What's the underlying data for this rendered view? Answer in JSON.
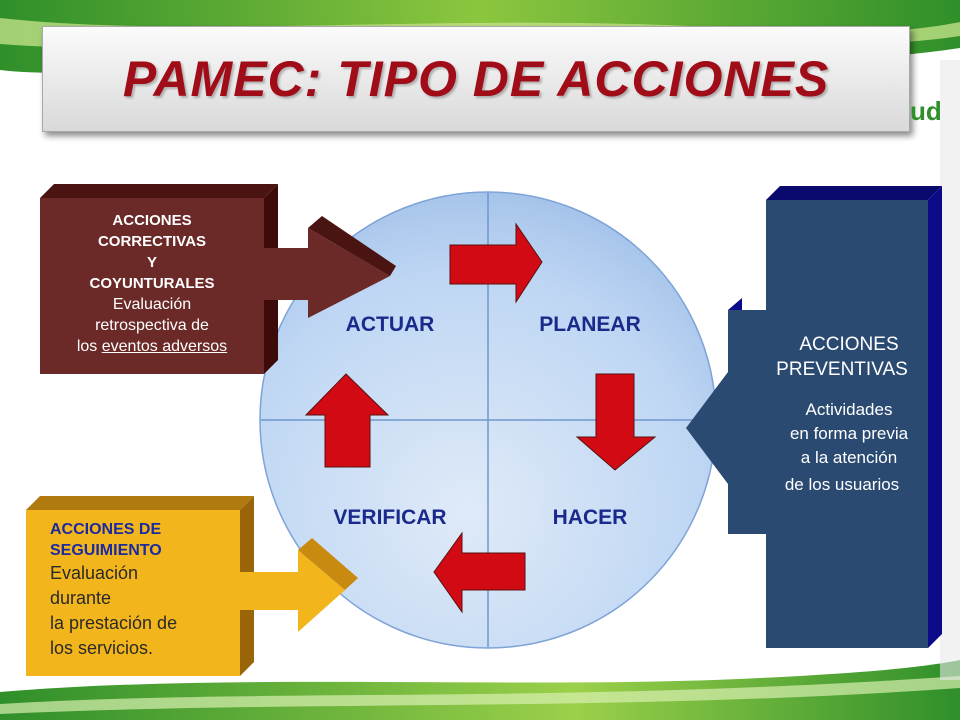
{
  "title": "PAMEC: TIPO DE ACCIONES",
  "logo_fragment": "ud",
  "cycle": {
    "actuar": "ACTUAR",
    "planear": "PLANEAR",
    "verificar": "VERIFICAR",
    "hacer": "HACER"
  },
  "correctivas": {
    "heading_1": "ACCIONES",
    "heading_2": "CORRECTIVAS",
    "heading_3": "Y",
    "heading_4": "COYUNTURALES",
    "body_1": "Evaluación",
    "body_2": "retrospectiva de",
    "body_3_prefix": "los ",
    "body_3_link": "eventos adversos"
  },
  "seguimiento": {
    "heading_1": "ACCIONES DE",
    "heading_2": "SEGUIMIENTO",
    "body_1": "Evaluación",
    "body_2": "durante",
    "body_3": "la prestación de",
    "body_4": "los servicios."
  },
  "preventivas": {
    "heading_1": "ACCIONES",
    "heading_2": "PREVENTIVAS",
    "body_1": "Actividades",
    "body_2": "en forma previa",
    "body_3": "a la atención",
    "body_4": "de los usuarios"
  },
  "colors": {
    "title": "#a00c18",
    "correctivas": "#6b2a28",
    "seguimiento": "#f2b61c",
    "preventivas": "#2b4a72",
    "cycle_arrows": "#d10a14",
    "circle": "#c7dcf5",
    "quad_labels": "#1a2a8c"
  }
}
